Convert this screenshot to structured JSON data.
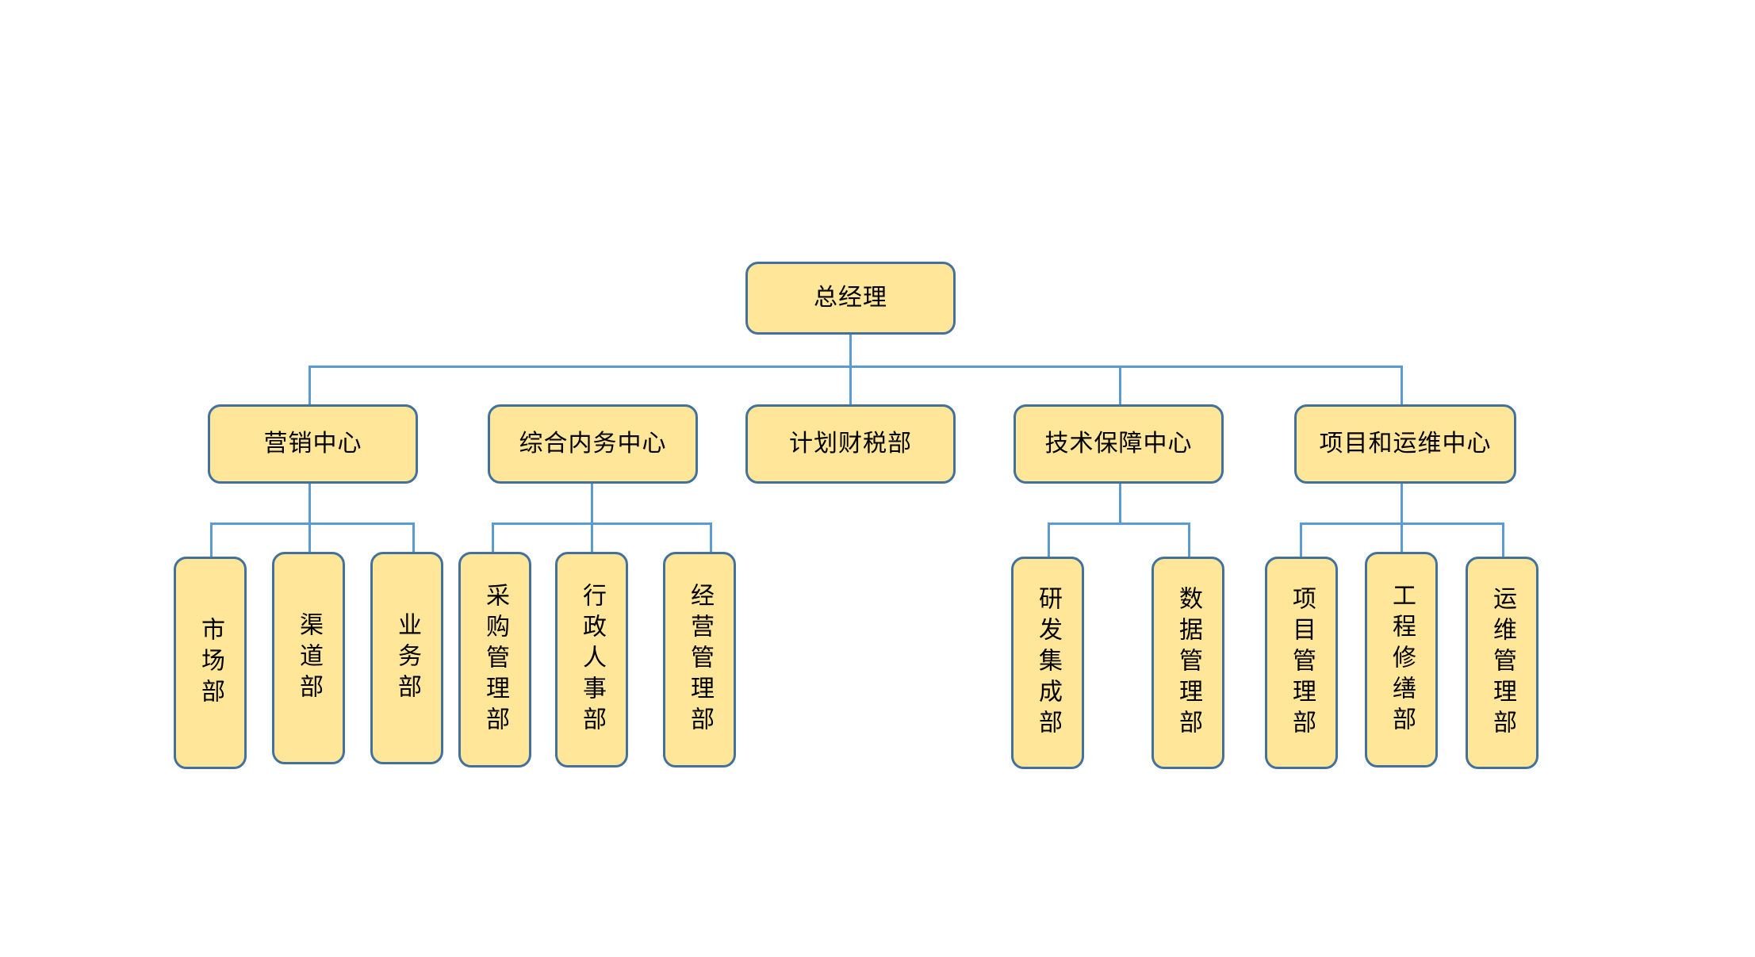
{
  "chart_data": {
    "type": "diagram",
    "diagram_kind": "organization-chart",
    "title": "",
    "orientation": "top-down",
    "levels": 3,
    "node_count": 17,
    "colors": {
      "node_fill": "#FFE699",
      "node_border": "#41719C",
      "connector": "#5B9BD5",
      "text": "#000000",
      "background": "#FFFFFF"
    },
    "nodes": [
      {
        "id": "n0",
        "label": "总经理",
        "level": 1,
        "parent": null
      },
      {
        "id": "n1",
        "label": "营销中心",
        "level": 2,
        "parent": "n0"
      },
      {
        "id": "n2",
        "label": "综合内务中心",
        "level": 2,
        "parent": "n0"
      },
      {
        "id": "n3",
        "label": "计划财税部",
        "level": 2,
        "parent": "n0"
      },
      {
        "id": "n4",
        "label": "技术保障中心",
        "level": 2,
        "parent": "n0"
      },
      {
        "id": "n5",
        "label": "项目和运维中心",
        "level": 2,
        "parent": "n0"
      },
      {
        "id": "n6",
        "label": "市场部",
        "level": 3,
        "parent": "n1"
      },
      {
        "id": "n7",
        "label": "渠道部",
        "level": 3,
        "parent": "n1"
      },
      {
        "id": "n8",
        "label": "业务部",
        "level": 3,
        "parent": "n1"
      },
      {
        "id": "n9",
        "label": "采购管理部",
        "level": 3,
        "parent": "n2"
      },
      {
        "id": "n10",
        "label": "行政人事部",
        "level": 3,
        "parent": "n2"
      },
      {
        "id": "n11",
        "label": "经营管理部",
        "level": 3,
        "parent": "n2"
      },
      {
        "id": "n12",
        "label": "研发集成部",
        "level": 3,
        "parent": "n4"
      },
      {
        "id": "n13",
        "label": "数据管理部",
        "level": 3,
        "parent": "n4"
      },
      {
        "id": "n14",
        "label": "项目管理部",
        "level": 3,
        "parent": "n5"
      },
      {
        "id": "n15",
        "label": "工程修缮部",
        "level": 3,
        "parent": "n5"
      },
      {
        "id": "n16",
        "label": "运维管理部",
        "level": 3,
        "parent": "n5"
      }
    ],
    "edges": [
      {
        "from": "n0",
        "to": "n1"
      },
      {
        "from": "n0",
        "to": "n2"
      },
      {
        "from": "n0",
        "to": "n3"
      },
      {
        "from": "n0",
        "to": "n4"
      },
      {
        "from": "n0",
        "to": "n5"
      },
      {
        "from": "n1",
        "to": "n6"
      },
      {
        "from": "n1",
        "to": "n7"
      },
      {
        "from": "n1",
        "to": "n8"
      },
      {
        "from": "n2",
        "to": "n9"
      },
      {
        "from": "n2",
        "to": "n10"
      },
      {
        "from": "n2",
        "to": "n11"
      },
      {
        "from": "n4",
        "to": "n12"
      },
      {
        "from": "n4",
        "to": "n13"
      },
      {
        "from": "n5",
        "to": "n14"
      },
      {
        "from": "n5",
        "to": "n15"
      },
      {
        "from": "n5",
        "to": "n16"
      }
    ]
  },
  "root": {
    "label": "总经理"
  },
  "level2": [
    {
      "label": "营销中心"
    },
    {
      "label": "综合内务中心"
    },
    {
      "label": "计划财税部"
    },
    {
      "label": "技术保障中心"
    },
    {
      "label": "项目和运维中心"
    }
  ],
  "level3": [
    {
      "label": "市场部"
    },
    {
      "label": "渠道部"
    },
    {
      "label": "业务部"
    },
    {
      "label": "采购管理部"
    },
    {
      "label": "行政人事部"
    },
    {
      "label": "经营管理部"
    },
    {
      "label": "研发集成部"
    },
    {
      "label": "数据管理部"
    },
    {
      "label": "项目管理部"
    },
    {
      "label": "工程修缮部"
    },
    {
      "label": "运维管理部"
    }
  ]
}
